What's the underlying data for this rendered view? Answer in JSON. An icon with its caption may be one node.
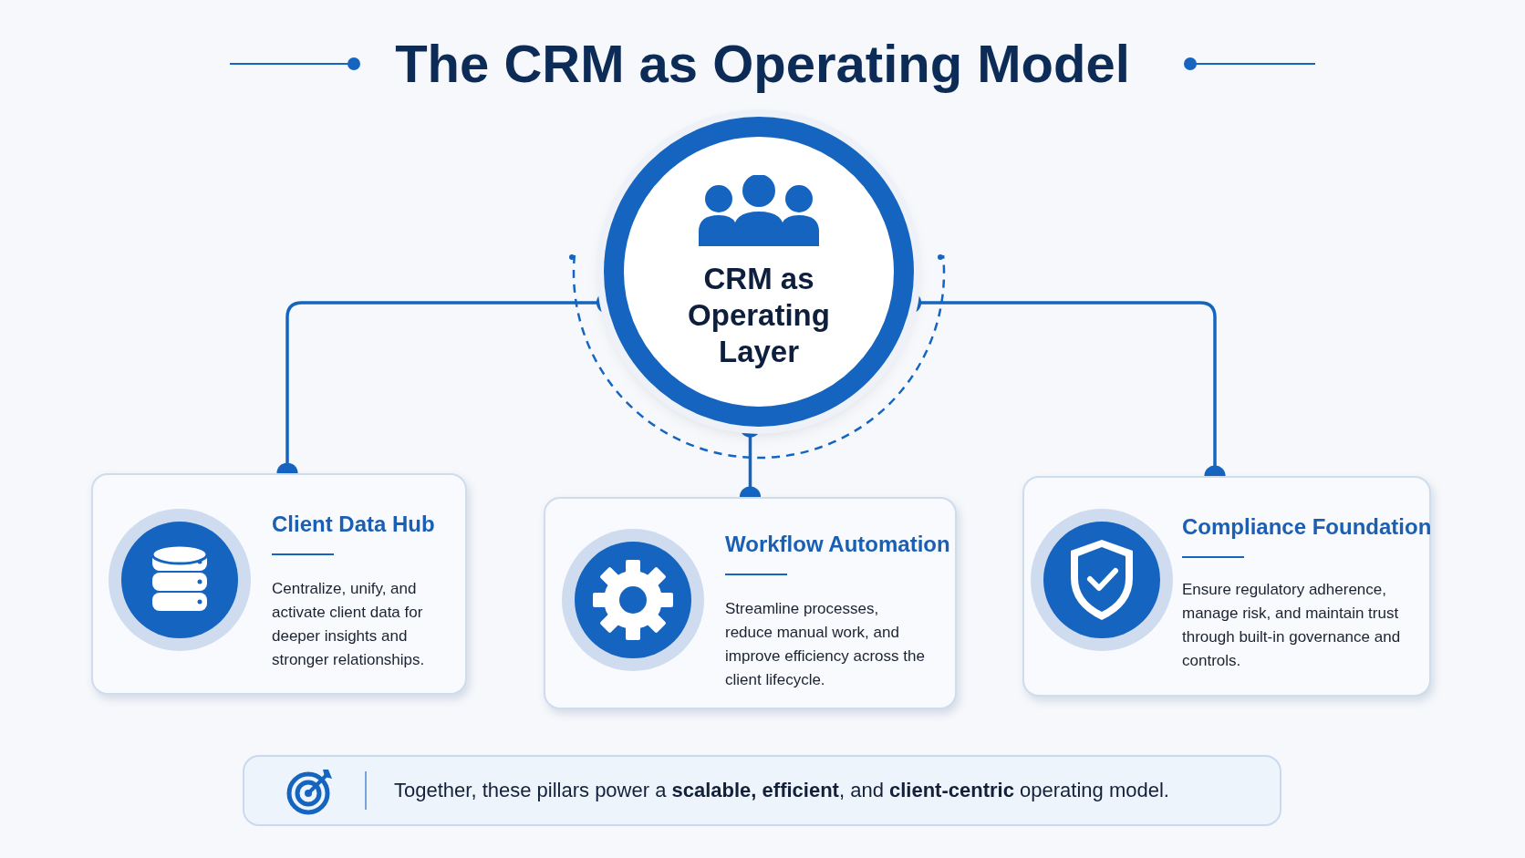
{
  "diagram": {
    "title": "The CRM as Operating Model",
    "nodes": [
      {
        "text": [
          "CRM as Operating Layer"
        ]
      },
      {
        "text": [
          "Client Data Hub",
          "Centralize, unify, and activate client data for deeper insights and stronger relationships."
        ]
      },
      {
        "text": [
          "Workflow Automation",
          "Streamline processes, reduce manual work, and improve efficiency across the client lifecycle."
        ]
      },
      {
        "text": [
          "Compliance Foundation",
          "Ensure regulatory adherence, manage risk, and maintain trust through built-in governance and controls."
        ]
      },
      {
        "text": [
          "Together, these pillars power a **scalable, efficient**, and **client-centric** operating model."
        ]
      }
    ],
    "edges": [
      {
        "from": 0,
        "to": 1,
        "arrow": "other"
      },
      {
        "from": 0,
        "to": 2,
        "arrow": "other"
      },
      {
        "from": 0,
        "to": 3,
        "arrow": "other"
      }
    ]
  }
}
